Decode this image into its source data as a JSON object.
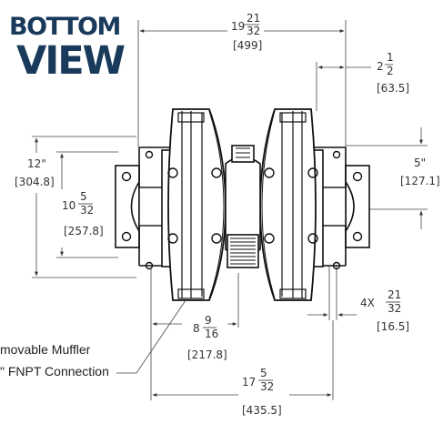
{
  "title": {
    "line1": "BOTTOM",
    "line2": "VIEW"
  },
  "dimensions": {
    "overall_width": {
      "whole": "19",
      "num": "21",
      "den": "32",
      "mm": "[499]"
    },
    "top_right": {
      "whole": "2",
      "num": "1",
      "den": "2",
      "mm": "[63.5]"
    },
    "height": {
      "inch": "12\"",
      "mm": "[304.8]"
    },
    "inner_height": {
      "whole": "10",
      "num": "5",
      "den": "32",
      "mm": "[257.8]"
    },
    "right_height": {
      "inch": "5\"",
      "mm": "[127.1]"
    },
    "hole": {
      "prefix": "4X",
      "num": "21",
      "den": "32",
      "mm": "[16.5]"
    },
    "muffler_offset": {
      "whole": "8",
      "num": "9",
      "den": "16",
      "mm": "[217.8]"
    },
    "bottom_width": {
      "whole": "17",
      "num": "5",
      "den": "32",
      "mm": "[435.5]"
    }
  },
  "annotation": {
    "line1": "movable Muffler",
    "line2": "\" FNPT Connection"
  }
}
